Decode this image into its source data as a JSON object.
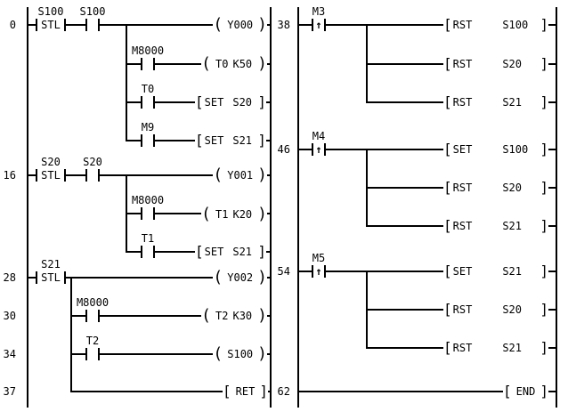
{
  "symbols": {
    "stl": "STL",
    "pulse": "↑",
    "coil_open": "(",
    "coil_close": ")",
    "bracket_open": "[",
    "bracket_close": "]"
  },
  "left_rungs": [
    {
      "step": "0",
      "stl": "S100",
      "contact": "S100",
      "coil": "Y000"
    },
    {
      "contact": "M8000",
      "coil": "T0",
      "preset": "K50"
    },
    {
      "contact": "T0",
      "op": "SET",
      "operand": "S20"
    },
    {
      "contact": "M9",
      "op": "SET",
      "operand": "S21"
    },
    {
      "step": "16",
      "stl": "S20",
      "contact": "S20",
      "coil": "Y001"
    },
    {
      "contact": "M8000",
      "coil": "T1",
      "preset": "K20"
    },
    {
      "contact": "T1",
      "op": "SET",
      "operand": "S21"
    },
    {
      "step": "28",
      "stl": "S21",
      "coil": "Y002"
    },
    {
      "step": "30",
      "contact": "M8000",
      "coil": "T2",
      "preset": "K30"
    },
    {
      "step": "34",
      "contact": "T2",
      "coil": "S100"
    },
    {
      "step": "37",
      "op": "RET"
    }
  ],
  "right_rungs": [
    {
      "step": "38",
      "contact": "M3",
      "op": "RST",
      "operand": "S100"
    },
    {
      "op": "RST",
      "operand": "S20"
    },
    {
      "op": "RST",
      "operand": "S21"
    },
    {
      "step": "46",
      "contact": "M4",
      "op": "SET",
      "operand": "S100"
    },
    {
      "op": "RST",
      "operand": "S20"
    },
    {
      "op": "RST",
      "operand": "S21"
    },
    {
      "step": "54",
      "contact": "M5",
      "op": "SET",
      "operand": "S21"
    },
    {
      "op": "RST",
      "operand": "S20"
    },
    {
      "op": "RST",
      "operand": "S21"
    },
    {
      "step": "62",
      "op": "END"
    }
  ]
}
